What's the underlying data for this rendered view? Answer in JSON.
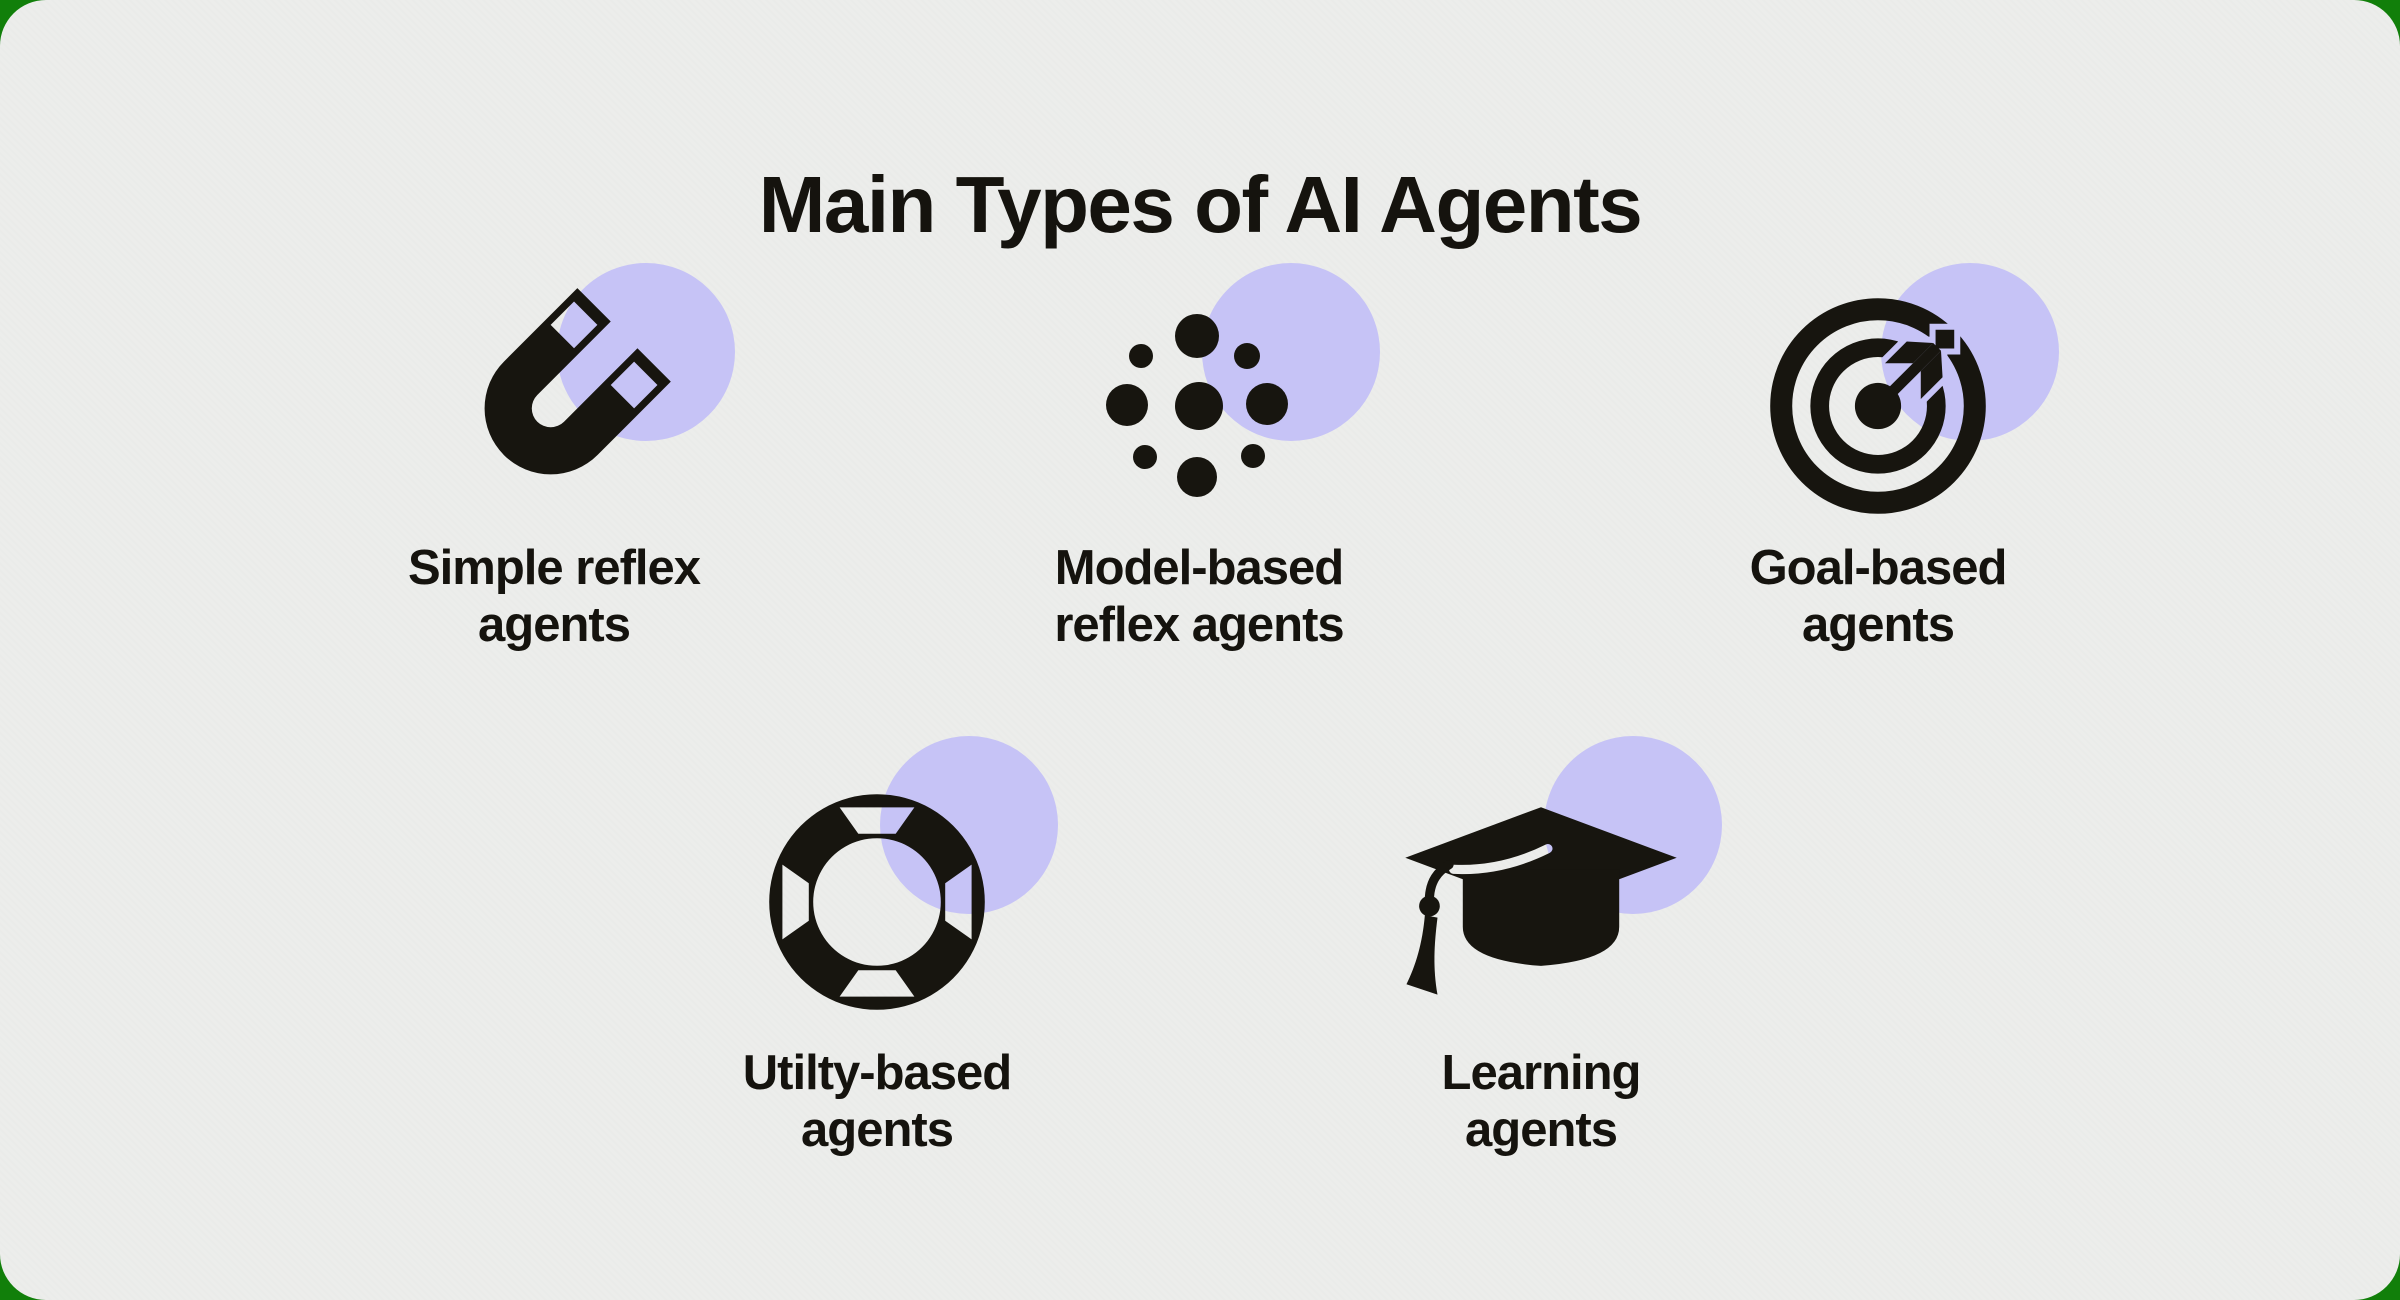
{
  "title": "Main Types of AI Agents",
  "colors": {
    "background_green": "#117F0A",
    "card_bg": "#ECEDEB",
    "accent_circle": "#C6C3F6",
    "icon_black": "#17150F",
    "text_black": "#15130E"
  },
  "items": [
    {
      "id": "simple-reflex",
      "icon": "magnet-icon",
      "label_lines": [
        "Simple reflex",
        "agents"
      ]
    },
    {
      "id": "model-based-reflex",
      "icon": "dots-cluster-icon",
      "label_lines": [
        "Model-based",
        "reflex agents"
      ]
    },
    {
      "id": "goal-based",
      "icon": "target-arrow-icon",
      "label_lines": [
        "Goal-based",
        "agents"
      ]
    },
    {
      "id": "utility-based",
      "icon": "lifebuoy-icon",
      "label_lines": [
        "Utilty-based",
        "agents"
      ]
    },
    {
      "id": "learning",
      "icon": "graduation-cap-icon",
      "label_lines": [
        "Learning",
        "agents"
      ]
    }
  ]
}
